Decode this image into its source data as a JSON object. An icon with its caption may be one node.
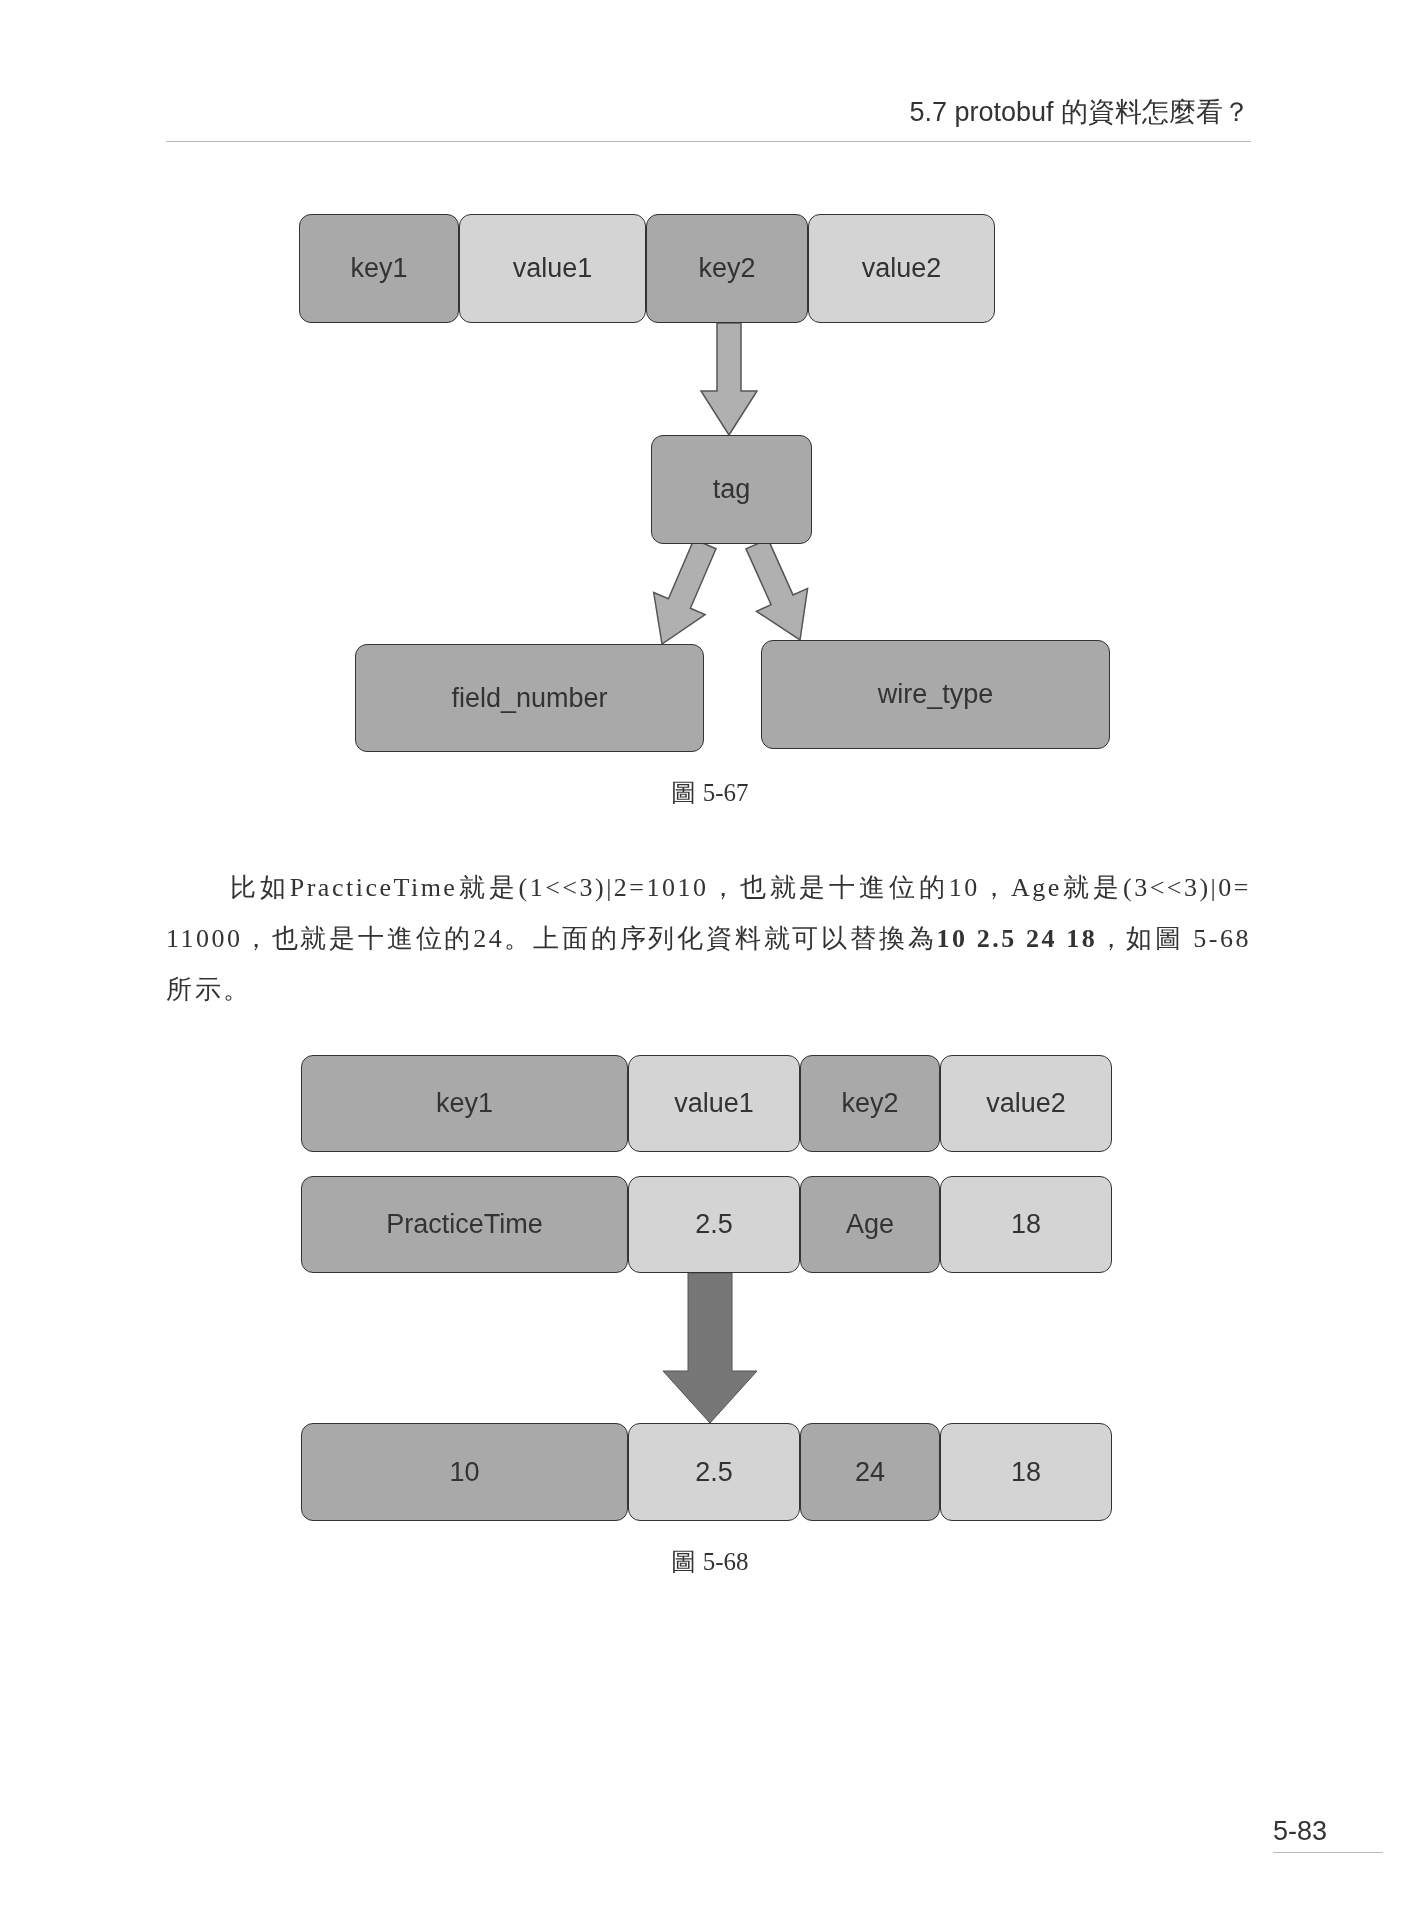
{
  "diagram": {
    "nodes": [
      {
        "text": [
          "key1"
        ]
      },
      {
        "text": [
          "value1"
        ]
      },
      {
        "text": [
          "key2"
        ]
      },
      {
        "text": [
          "value2"
        ]
      },
      {
        "text": [
          "tag"
        ]
      },
      {
        "text": [
          "field_number"
        ]
      },
      {
        "text": [
          "wire_type"
        ]
      },
      {
        "text": [
          "key1"
        ]
      },
      {
        "text": [
          "value1"
        ]
      },
      {
        "text": [
          "key2"
        ]
      },
      {
        "text": [
          "value2"
        ]
      },
      {
        "text": [
          "PracticeTime"
        ]
      },
      {
        "text": [
          "2.5"
        ]
      },
      {
        "text": [
          "Age"
        ]
      },
      {
        "text": [
          "18"
        ]
      },
      {
        "text": [
          "10"
        ]
      },
      {
        "text": [
          "2.5"
        ]
      },
      {
        "text": [
          "24"
        ]
      },
      {
        "text": [
          "18"
        ]
      }
    ],
    "edges": [
      {
        "from": 2,
        "to": 4,
        "arrow": "to"
      },
      {
        "from": 4,
        "to": 5,
        "arrow": "to"
      },
      {
        "from": 4,
        "to": 6,
        "arrow": "to"
      },
      {
        "from": 12,
        "to": 16,
        "arrow": "to",
        "style": "thick",
        "color": "#777777"
      }
    ],
    "labels": [
      "5.7 protobuf 的資料怎麼看？",
      "圖 5-67",
      "比如PracticeTime就是(1<<3)|2=1010，也就是十進位的10，Age就是(3<<3)|0= 11000，也就是十進位的24。上面的序列化資料就可以替換為**10 2.5 24 18**，如圖 5-68 所示。",
      "圖 5-68",
      "5-83"
    ]
  }
}
